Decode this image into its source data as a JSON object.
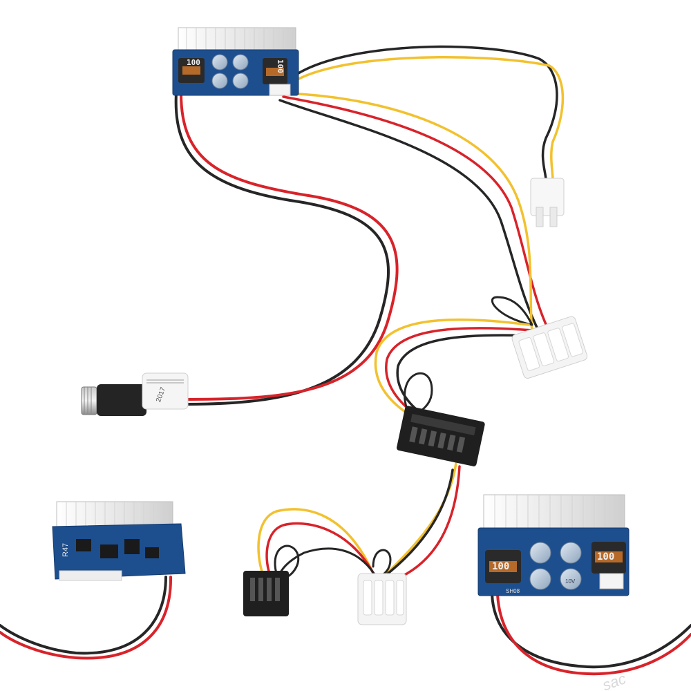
{
  "product": {
    "top_board": {
      "inductor_left": "100",
      "inductor_right": "100"
    },
    "bottom_right_board": {
      "inductor_left": "100",
      "inductor_right": "100",
      "silkscreen": "SH08",
      "cap_text": "10V"
    },
    "bottom_left_board": {
      "silkscreen": "R47"
    },
    "dc_jack_tag": {
      "line1": "2017"
    },
    "watermark": "sac"
  },
  "colors": {
    "wire_red": "#d8232a",
    "wire_black": "#262626",
    "wire_yellow": "#f2c12e",
    "pcb_blue": "#1d4f8f",
    "connector_white": "#f4f4f4",
    "sata_black": "#1f1f1f",
    "capacitor": "#b9c7d6",
    "inductor": "#2a2a2a"
  },
  "icons": [
    "atx-connector-icon",
    "molex-connector-icon",
    "sata-connector-icon",
    "dc-jack-icon",
    "inductor-icon",
    "capacitor-icon"
  ]
}
